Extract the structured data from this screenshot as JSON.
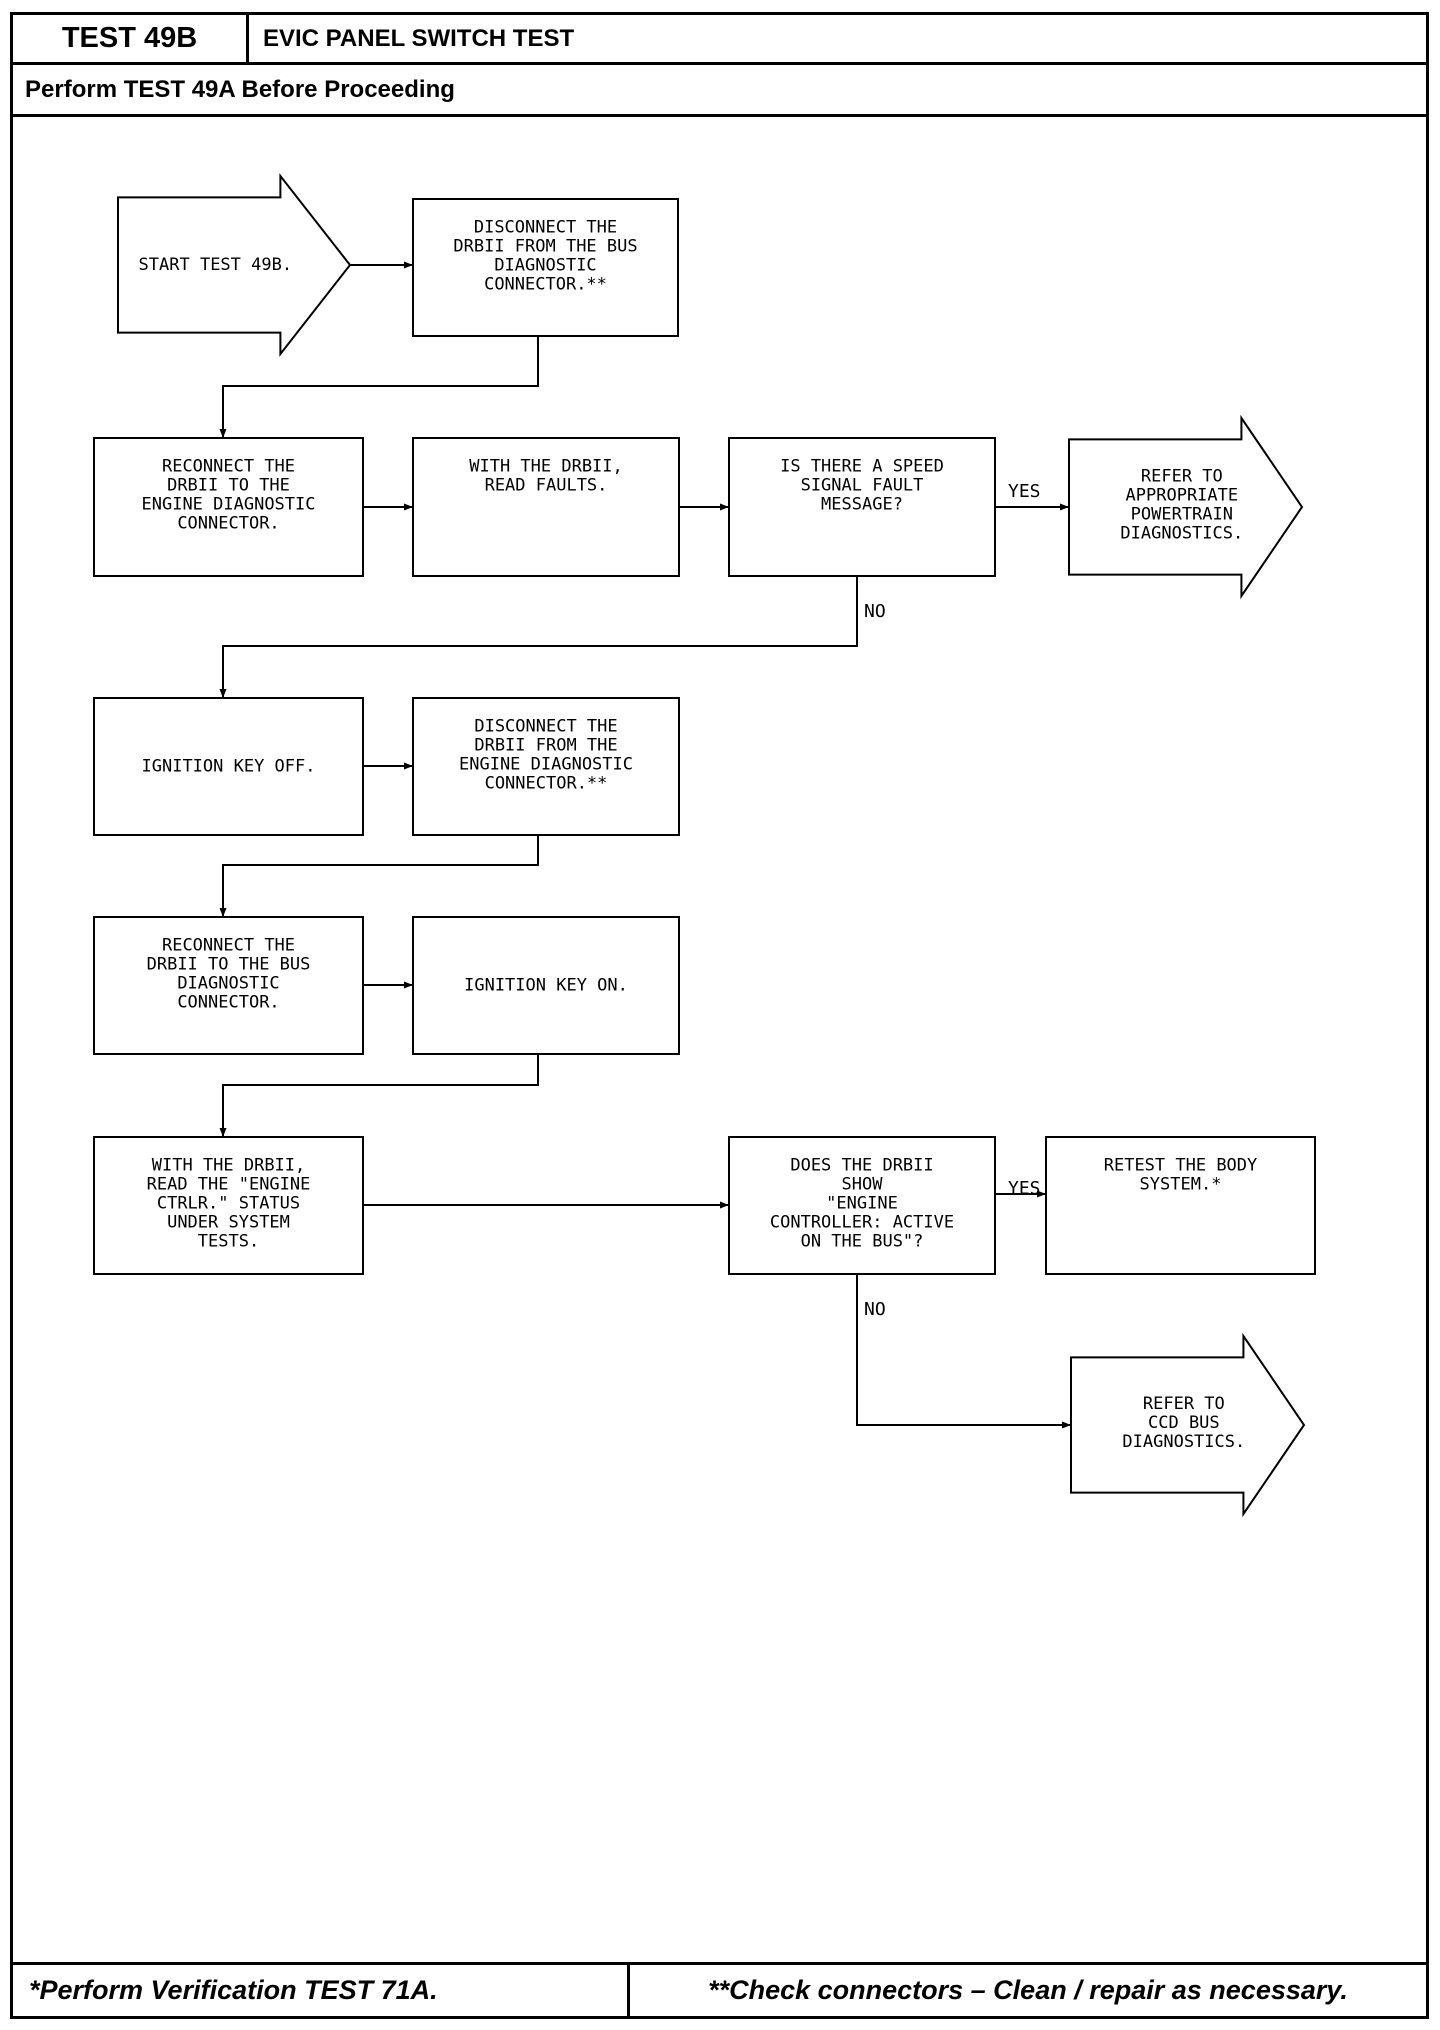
{
  "header": {
    "test_id": "TEST 49B",
    "title": "EVIC PANEL SWITCH TEST",
    "subtitle": "Perform TEST 49A Before Proceeding"
  },
  "footer": {
    "left": "*Perform Verification TEST 71A.",
    "right": "**Check connectors – Clean / repair as necessary."
  },
  "nodes": [
    {
      "id": "start",
      "type": "arrow-start",
      "lines": [
        "START TEST 49B."
      ]
    },
    {
      "id": "disconnect_bus",
      "type": "process",
      "lines": [
        "DISCONNECT THE",
        "DRBII FROM THE BUS",
        "DIAGNOSTIC",
        "CONNECTOR.**"
      ]
    },
    {
      "id": "reconnect_engine",
      "type": "process",
      "lines": [
        "RECONNECT THE",
        "DRBII TO THE",
        "ENGINE DIAGNOSTIC",
        "CONNECTOR."
      ]
    },
    {
      "id": "read_faults",
      "type": "process",
      "lines": [
        "WITH THE DRBII,",
        "READ FAULTS."
      ]
    },
    {
      "id": "speed_fault",
      "type": "decision",
      "lines": [
        "IS THERE A SPEED",
        "SIGNAL FAULT",
        "MESSAGE?"
      ]
    },
    {
      "id": "powertrain",
      "type": "arrow-end",
      "lines": [
        "REFER TO",
        "APPROPRIATE",
        "POWERTRAIN",
        "DIAGNOSTICS."
      ]
    },
    {
      "id": "key_off",
      "type": "process",
      "lines": [
        "IGNITION KEY OFF."
      ]
    },
    {
      "id": "disconnect_engine",
      "type": "process",
      "lines": [
        "DISCONNECT THE",
        "DRBII FROM THE",
        "ENGINE DIAGNOSTIC",
        "CONNECTOR.**"
      ]
    },
    {
      "id": "reconnect_bus",
      "type": "process",
      "lines": [
        "RECONNECT THE",
        "DRBII TO THE BUS",
        "DIAGNOSTIC",
        "CONNECTOR."
      ]
    },
    {
      "id": "key_on",
      "type": "process",
      "lines": [
        "IGNITION KEY ON."
      ]
    },
    {
      "id": "read_status",
      "type": "process",
      "lines": [
        "WITH THE DRBII,",
        "READ THE \"ENGINE",
        "CTRLR.\" STATUS",
        "UNDER SYSTEM",
        "TESTS."
      ]
    },
    {
      "id": "engine_active",
      "type": "decision",
      "lines": [
        "DOES THE DRBII",
        "SHOW",
        "\"ENGINE",
        "CONTROLLER: ACTIVE",
        "ON THE BUS\"?"
      ]
    },
    {
      "id": "retest",
      "type": "process",
      "lines": [
        "RETEST THE BODY",
        "SYSTEM.*"
      ]
    },
    {
      "id": "ccd_bus",
      "type": "arrow-end",
      "lines": [
        "REFER TO",
        "CCD BUS",
        "DIAGNOSTICS."
      ]
    }
  ],
  "edges": [
    {
      "from": "start",
      "to": "disconnect_bus",
      "label": ""
    },
    {
      "from": "disconnect_bus",
      "to": "reconnect_engine",
      "label": ""
    },
    {
      "from": "reconnect_engine",
      "to": "read_faults",
      "label": ""
    },
    {
      "from": "read_faults",
      "to": "speed_fault",
      "label": ""
    },
    {
      "from": "speed_fault",
      "to": "powertrain",
      "label": "YES"
    },
    {
      "from": "speed_fault",
      "to": "key_off",
      "label": "NO"
    },
    {
      "from": "key_off",
      "to": "disconnect_engine",
      "label": ""
    },
    {
      "from": "disconnect_engine",
      "to": "reconnect_bus",
      "label": ""
    },
    {
      "from": "reconnect_bus",
      "to": "key_on",
      "label": ""
    },
    {
      "from": "key_on",
      "to": "read_status",
      "label": ""
    },
    {
      "from": "read_status",
      "to": "engine_active",
      "label": ""
    },
    {
      "from": "engine_active",
      "to": "retest",
      "label": "YES"
    },
    {
      "from": "engine_active",
      "to": "ccd_bus",
      "label": "NO"
    }
  ]
}
